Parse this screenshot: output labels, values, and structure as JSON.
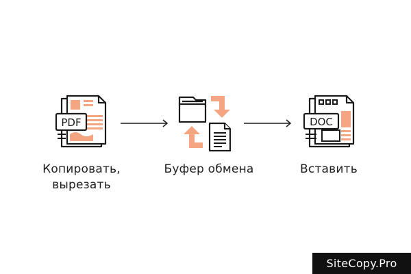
{
  "steps": [
    {
      "label_lines": [
        "Копировать,",
        "вырезать"
      ],
      "icon": "pdf-document-icon",
      "badge": "PDF"
    },
    {
      "label_lines": [
        "Буфер обмена"
      ],
      "icon": "clipboard-exchange-icon"
    },
    {
      "label_lines": [
        "Вставить"
      ],
      "icon": "doc-document-icon",
      "badge": "DOC"
    }
  ],
  "watermark": "SiteCopy.Pro",
  "colors": {
    "accent": "#f4a582",
    "stroke": "#1a1a1a",
    "watermark_bg": "#111111"
  }
}
